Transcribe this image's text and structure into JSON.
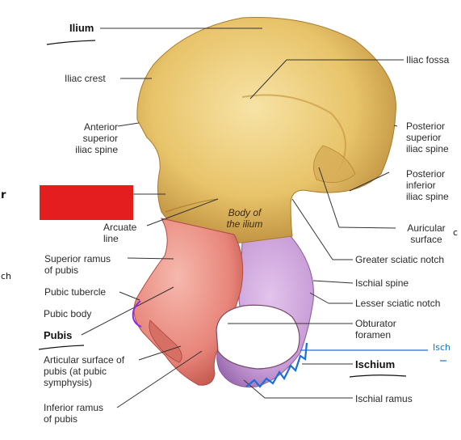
{
  "labels": {
    "ilium": "Ilium",
    "iliac_crest": "Iliac crest",
    "anterior_superior_iliac_spine": "Anterior\nsuperior\niliac spine",
    "arcuate_line": "Arcuate\nline",
    "superior_ramus_of_pubis": "Superior ramus\nof pubis",
    "pubic_tubercle": "Pubic tubercle",
    "pubic_body": "Pubic body",
    "pubis": "Pubis",
    "articular_surface_of_pubis": "Articular surface of\npubis (at pubic\nsymphysis)",
    "inferior_ramus_of_pubis": "Inferior ramus\nof pubis",
    "iliac_fossa": "Iliac fossa",
    "posterior_superior_iliac_spine": "Posterior\nsuperior\niliac spine",
    "posterior_inferior_iliac_spine": "Posterior\ninferior\niliac spine",
    "auricular_surface": "Auricular\nsurface",
    "greater_sciatic_notch": "Greater sciatic notch",
    "ischial_spine": "Ischial spine",
    "lesser_sciatic_notch": "Lesser sciatic notch",
    "obturator_foramen": "Obturator\nforamen",
    "ischium": "Ischium",
    "ischial_ramus": "Ischial ramus",
    "body_of_the_ilium": "Body of\nthe ilium"
  },
  "handwriting": {
    "left_r": "r",
    "left_ch": "ch",
    "right_isch": "Isch",
    "right_c": "c"
  },
  "colors": {
    "ilium_bone": "#e8c46a",
    "pubis_bone": "#e8857a",
    "ischium_bone": "#c79bd6",
    "red_box": "#e41e1e",
    "blue_ink": "#1a6fd6",
    "purple_ink": "#8a2be2"
  }
}
